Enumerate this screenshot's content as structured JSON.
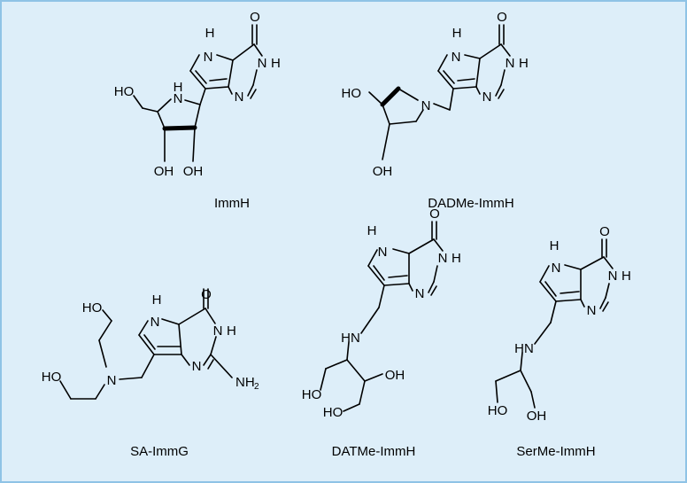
{
  "colors": {
    "background": "#ddeef9",
    "border": "#8fc3e6",
    "ink": "#000000"
  },
  "molecules": [
    {
      "name": "ImmH",
      "atoms": {
        "o": "O",
        "nh5": "H",
        "n3": "N",
        "h3": "H",
        "n1": "N",
        "nh_ring": "N",
        "h_ring": "H",
        "ho": "HO",
        "oh1": "OH",
        "oh2": "OH"
      }
    },
    {
      "name": "DADMe-ImmH",
      "atoms": {
        "o": "O",
        "h5": "H",
        "n5": "N",
        "n3": "N",
        "h3": "H",
        "n1": "N",
        "n_pyr": "N",
        "ho": "HO",
        "oh": "OH"
      }
    },
    {
      "name": "SA-ImmG",
      "atoms": {
        "o": "O",
        "h5": "H",
        "n5": "N",
        "n3": "N",
        "h3": "H",
        "n1": "N",
        "nh2": "NH",
        "nh2_sub": "2",
        "n_amine": "N",
        "ho1": "HO",
        "ho2": "HO"
      }
    },
    {
      "name": "DATMe-ImmH",
      "atoms": {
        "o": "O",
        "h5": "H",
        "n5": "N",
        "n3": "N",
        "h3": "H",
        "n1": "N",
        "hn": "HN",
        "oh": "OH",
        "ho1": "HO",
        "ho2": "HO"
      }
    },
    {
      "name": "SerMe-ImmH",
      "atoms": {
        "o": "O",
        "h5": "H",
        "n5": "N",
        "n3": "N",
        "h3": "H",
        "n1": "N",
        "hn": "HN",
        "ho1": "HO",
        "ho2": "OH"
      }
    }
  ]
}
